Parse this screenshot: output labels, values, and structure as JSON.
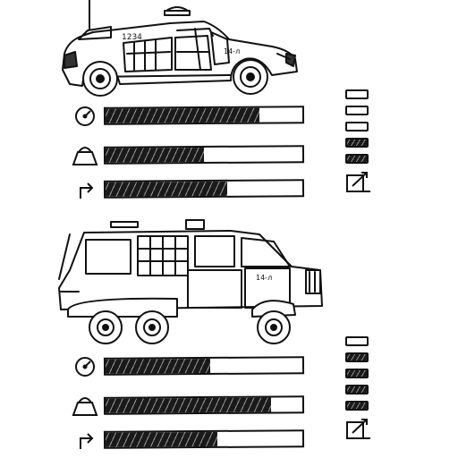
{
  "vehicles": [
    {
      "plate": "1234",
      "door_number": "14-л",
      "stats": [
        {
          "icon": "speedometer-icon",
          "value": 0.78
        },
        {
          "icon": "weight-icon",
          "value": 0.5
        },
        {
          "icon": "turn-arrow-icon",
          "value": 0.62
        }
      ],
      "cells": [
        false,
        false,
        false,
        true,
        true
      ],
      "upgrade_icon": "upgrade-icon"
    },
    {
      "plate": "",
      "door_number": "14-л",
      "stats": [
        {
          "icon": "speedometer-icon",
          "value": 0.53
        },
        {
          "icon": "weight-icon",
          "value": 0.84
        },
        {
          "icon": "turn-arrow-icon",
          "value": 0.57
        }
      ],
      "cells": [
        false,
        true,
        true,
        true,
        true
      ],
      "upgrade_icon": "upgrade-icon"
    }
  ]
}
